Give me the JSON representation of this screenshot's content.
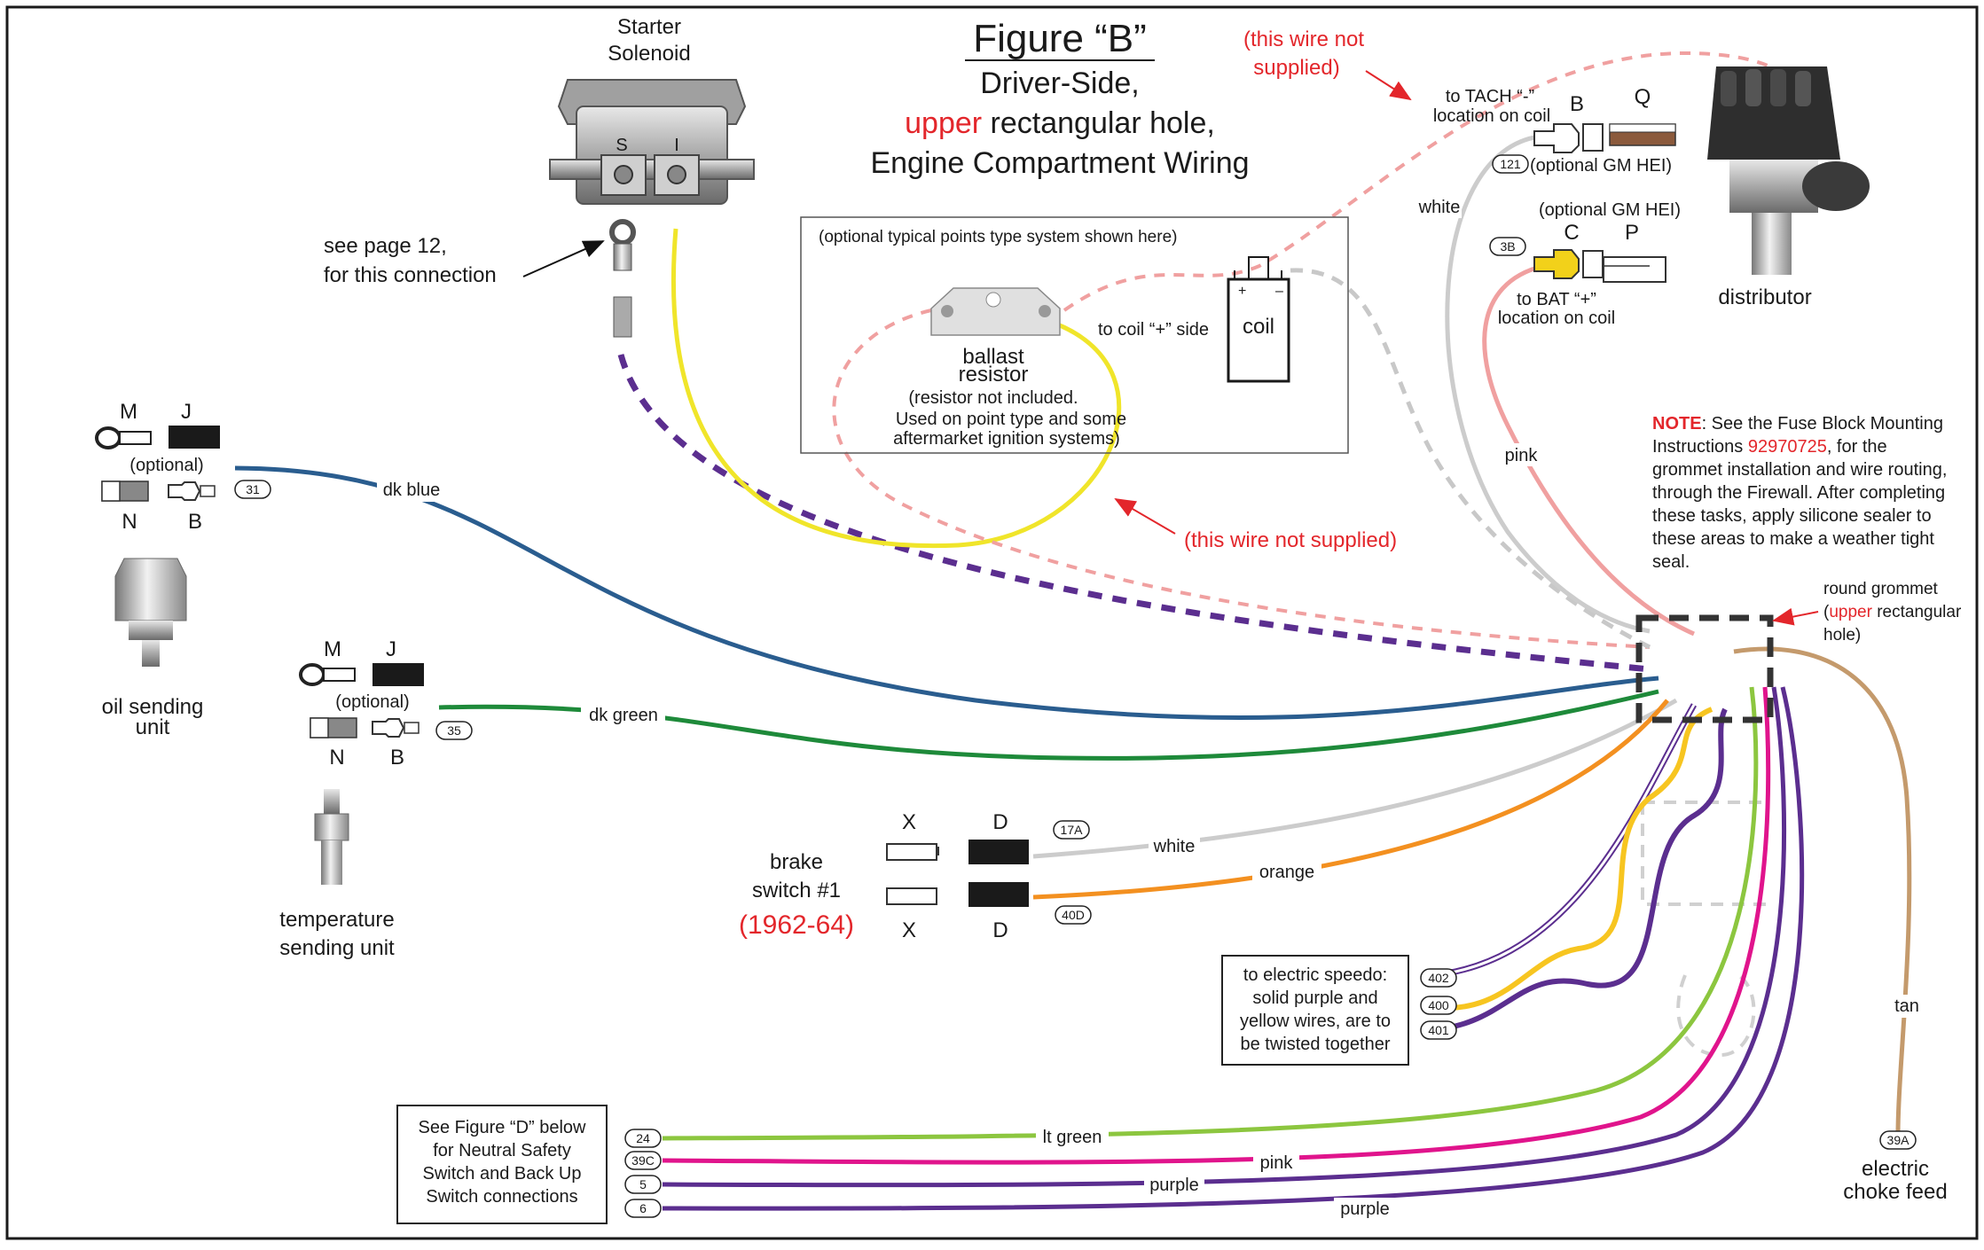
{
  "title": {
    "figure": "Figure “B”",
    "line1": "Driver-Side,",
    "line2_red": "upper",
    "line2_rest": " rectangular hole,",
    "line3": "Engine Compartment Wiring"
  },
  "solenoid": {
    "title1": "Starter",
    "title2": "Solenoid",
    "s": "S",
    "i": "I"
  },
  "see_page": {
    "line1": "see page 12,",
    "line2": "for this connection"
  },
  "not_supplied_top": {
    "line1": "(this wire not",
    "line2": "supplied)"
  },
  "not_supplied_mid": "(this wire not supplied)",
  "points_box": {
    "caption": "(optional typical points type system shown here)",
    "ballast1": "ballast",
    "ballast2": "resistor",
    "note1": "(resistor not included.",
    "note2": "Used on point type and some",
    "note3": "aftermarket ignition systems)",
    "coil_side": "to coil “+” side",
    "coil": "coil",
    "plus": "+",
    "minus": "–"
  },
  "tach": {
    "line1": "to TACH “-”",
    "line2": "location on coil",
    "b": "B",
    "q": "Q",
    "tag": "121",
    "hei": "(optional GM HEI)"
  },
  "bat": {
    "hei": "(optional GM HEI)",
    "c": "C",
    "p": "P",
    "tag": "3B",
    "line1": "to BAT “+”",
    "line2": "location on coil"
  },
  "distributor": "distributor",
  "wire_labels": {
    "white": "white",
    "pink": "pink",
    "dk_blue": "dk blue",
    "dk_green": "dk green",
    "white2": "white",
    "orange": "orange",
    "tan": "tan",
    "lt_green": "lt green",
    "pink2": "pink",
    "purple1": "purple",
    "purple2": "purple"
  },
  "note": {
    "bold": "NOTE",
    "l1": ": See the Fuse Block Mounting",
    "l2a": "Instructions ",
    "l2_num": "92970725",
    "l2b": ", for the",
    "l3": "grommet installation and wire routing,",
    "l4": "through the Firewall. After completing",
    "l5": "these tasks, apply silicone sealer to",
    "l6": "these areas to make a weather tight",
    "l7": "seal."
  },
  "grommet": {
    "l1": "round grommet",
    "l2a": "(",
    "l2_red": "upper",
    "l2b": " rectangular",
    "l3": "hole)"
  },
  "oil_conn": {
    "m": "M",
    "j": "J",
    "optional": "(optional)",
    "n": "N",
    "b": "B",
    "tag": "31"
  },
  "oil_unit": {
    "l1": "oil sending",
    "l2": "unit"
  },
  "temp_conn": {
    "m": "M",
    "j": "J",
    "optional": "(optional)",
    "n": "N",
    "b": "B",
    "tag": "35"
  },
  "temp_unit": {
    "l1": "temperature",
    "l2": "sending unit"
  },
  "brake": {
    "x1": "X",
    "d1": "D",
    "x2": "X",
    "d2": "D",
    "tag1": "17A",
    "tag2": "40D",
    "l1": "brake",
    "l2": "switch #1",
    "years": "(1962-64)"
  },
  "speedo": {
    "l1": "to electric speedo:",
    "l2": "solid purple and",
    "l3": "yellow wires, are to",
    "l4": "be twisted together",
    "tags": [
      "402",
      "400",
      "401"
    ]
  },
  "figure_d": {
    "l1": "See Figure “D” below",
    "l2": "for Neutral Safety",
    "l3": "Switch and Back Up",
    "l4": "Switch connections",
    "tags": [
      "24",
      "39C",
      "5",
      "6"
    ]
  },
  "choke": {
    "tag": "39A",
    "l1": "electric",
    "l2": "choke feed"
  },
  "colors": {
    "dk_blue": "#2a5d8f",
    "dk_green": "#1e8a3a",
    "yellow": "#f0e52a",
    "purple": "#5b2e8f",
    "pink_light": "#f0a0a0",
    "pink": "#e0148c",
    "lt_green": "#8cc63f",
    "orange": "#f39020",
    "tan": "#c49a6c",
    "white_wire": "#cccccc",
    "red_text": "#e3262b"
  }
}
